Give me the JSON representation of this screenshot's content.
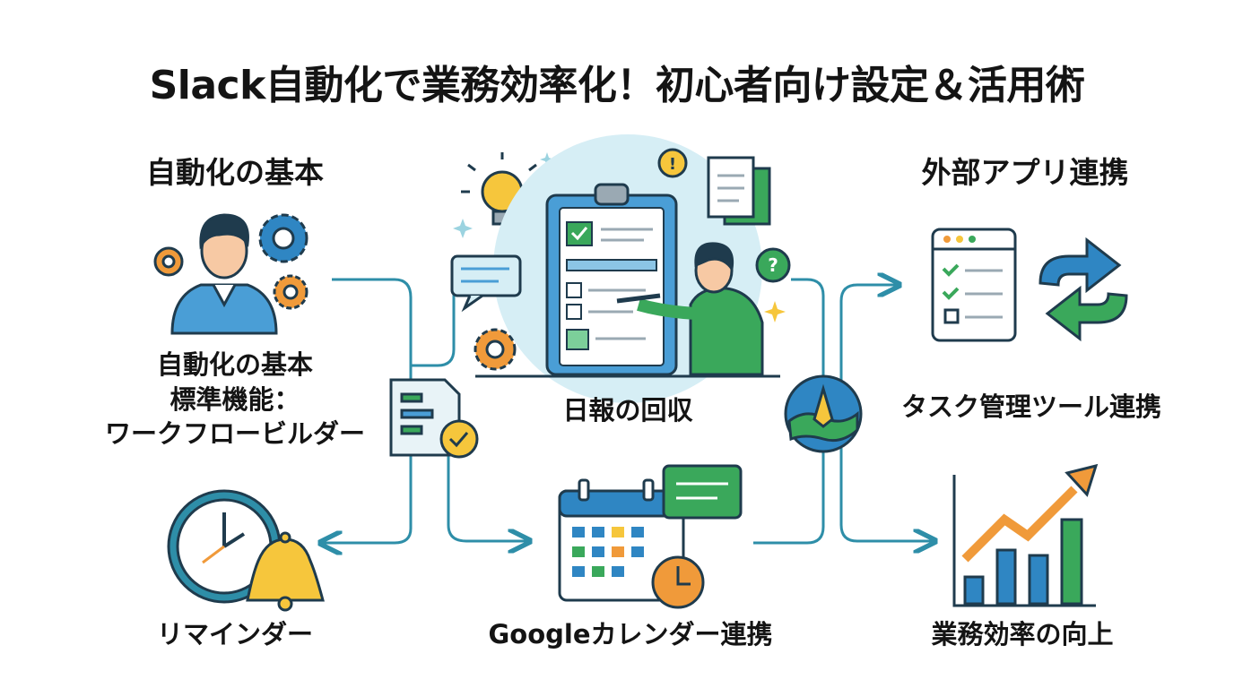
{
  "title": "Slack自動化で業務効率化！初心者向け設定＆活用術",
  "sections": {
    "basic": {
      "heading": "自動化の基本",
      "desc_line1": "自動化の基本",
      "desc_line2": "標準機能：",
      "desc_line3": "ワークフロービルダー"
    },
    "report": {
      "label": "日報の回収"
    },
    "apps": {
      "heading": "外部アプリ連携"
    },
    "task": {
      "label": "タスク管理ツール連携"
    },
    "reminder": {
      "label": "リマインダー"
    },
    "gcal": {
      "label": "Googleカレンダー連携"
    },
    "efficiency": {
      "label": "業務効率の向上"
    }
  },
  "icons": [
    "person-with-gears-icon",
    "clipboard-checklist-icon",
    "lightbulb-icon",
    "document-icon",
    "speech-bubble-icon",
    "question-bubble-icon",
    "workflow-document-icon",
    "compass-globe-icon",
    "app-checklist-icon",
    "sync-arrows-icon",
    "clock-icon",
    "bell-icon",
    "calendar-icon",
    "growth-chart-icon"
  ],
  "colors": {
    "line": "#2e8ea8",
    "outline": "#1f3b4d",
    "green": "#3aa85b",
    "blue": "#2f86c3",
    "orange": "#f09a3a",
    "yellow": "#f6c63c",
    "light_blue": "#d6eef5"
  }
}
